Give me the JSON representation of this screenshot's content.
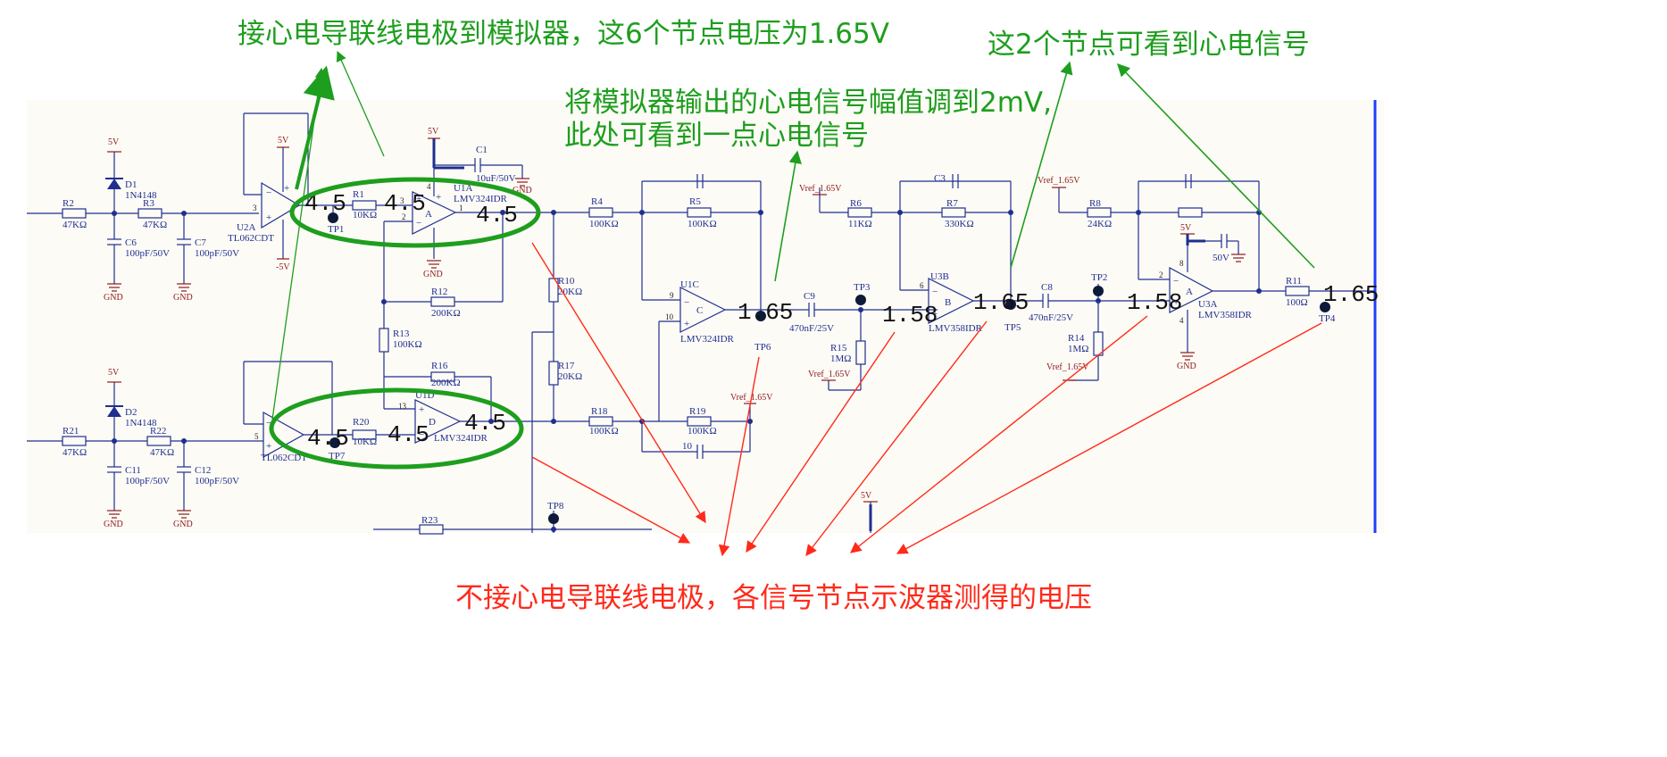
{
  "annotations": {
    "top_left": "接心电导联线电极到模拟器，这6个节点电压为1.65V",
    "top_right": "这2个节点可看到心电信号",
    "middle_line1": "将模拟器输出的心电信号幅值调到2mV,",
    "middle_line2": "此处可看到一点心电信号",
    "bottom": "不接心电导联线电极，各信号节点示波器测得的电压"
  },
  "colors": {
    "green": "#1e9e1e",
    "red": "#ff2a1a",
    "wire": "#1f2f8f",
    "label": "#8b1a1a"
  },
  "measured_voltages": {
    "u2a_out": "4.5",
    "u1a_in": "4.5",
    "u1a_out": "4.5",
    "u2b_out": "4.5",
    "u1d_in": "4.5",
    "u1d_out": "4.5",
    "u1c_out": "1.65",
    "c9_right": "1.58",
    "u3b_out": "1.65",
    "c8_right": "1.58",
    "u3a_out": "1.65"
  },
  "components": {
    "r2": {
      "name": "R2",
      "value": "47KΩ"
    },
    "r3": {
      "name": "R3",
      "value": "47KΩ"
    },
    "c6": {
      "name": "C6",
      "value": "100pF/50V"
    },
    "c7": {
      "name": "C7",
      "value": "100pF/50V"
    },
    "d1": {
      "name": "D1",
      "value": "1N4148"
    },
    "r21": {
      "name": "R21",
      "value": "47KΩ"
    },
    "r22": {
      "name": "R22",
      "value": "47KΩ"
    },
    "c11": {
      "name": "C11",
      "value": "100pF/50V"
    },
    "c12": {
      "name": "C12",
      "value": "100pF/50V"
    },
    "d2": {
      "name": "D2",
      "value": "1N4148"
    },
    "u2a": {
      "name": "U2A",
      "value": "TL062CDT"
    },
    "u2b": {
      "value": "TL062CDT"
    },
    "r1": {
      "name": "R1",
      "value": "10KΩ"
    },
    "r20": {
      "name": "R20",
      "value": "10KΩ"
    },
    "u1a": {
      "name": "U1A",
      "value": "LMV324IDR"
    },
    "u1d": {
      "name": "U1D",
      "value": "LMV324IDR"
    },
    "c1": {
      "name": "C1",
      "value": "10uF/50V"
    },
    "r12": {
      "name": "R12",
      "value": "200KΩ"
    },
    "r13": {
      "name": "R13",
      "value": "100KΩ"
    },
    "r16": {
      "name": "R16",
      "value": "200KΩ"
    },
    "r4": {
      "name": "R4",
      "value": "100KΩ"
    },
    "r5": {
      "name": "R5",
      "value": "100KΩ"
    },
    "r10": {
      "name": "R10",
      "value": "20KΩ"
    },
    "r17": {
      "name": "R17",
      "value": "20KΩ"
    },
    "r18": {
      "name": "R18",
      "value": "100KΩ"
    },
    "r19": {
      "name": "R19",
      "value": "100KΩ"
    },
    "c10": {
      "name": "10"
    },
    "u1c": {
      "name": "U1C",
      "value": "LMV324IDR"
    },
    "r23": {
      "name": "R23"
    },
    "c9": {
      "name": "C9",
      "value": "470nF/25V"
    },
    "r15": {
      "name": "R15",
      "value": "1MΩ"
    },
    "r6": {
      "name": "R6",
      "value": "11KΩ"
    },
    "r7": {
      "name": "R7",
      "value": "330KΩ"
    },
    "c3": {
      "name": "C3"
    },
    "u3b": {
      "name": "U3B",
      "value": "LMV358IDR"
    },
    "c8": {
      "name": "C8",
      "value": "470nF/25V"
    },
    "r14": {
      "name": "R14",
      "value": "1MΩ"
    },
    "r8": {
      "name": "R8",
      "value": "24KΩ"
    },
    "u3a": {
      "name": "U3A",
      "value": "LMV358IDR"
    },
    "r11": {
      "name": "R11",
      "value": "100Ω"
    },
    "c50v": {
      "value": "50V"
    }
  },
  "power": {
    "v5": "5V",
    "vm5": "-5V",
    "gnd": "GND",
    "vref": "Vref_1.65V"
  },
  "testpoints": {
    "tp1": "TP1",
    "tp2": "TP2",
    "tp3": "TP3",
    "tp4": "TP4",
    "tp5": "TP5",
    "tp6": "TP6",
    "tp7": "TP7",
    "tp8": "TP8"
  },
  "pins": {
    "p1": "1",
    "p2": "2",
    "p3": "3",
    "p4": "4",
    "p5": "5",
    "p6": "6",
    "p8": "8",
    "p9": "9",
    "p10": "10",
    "p13": "13",
    "plus": "+",
    "minus": "−",
    "A": "A",
    "B": "B",
    "C": "C",
    "D": "D"
  }
}
